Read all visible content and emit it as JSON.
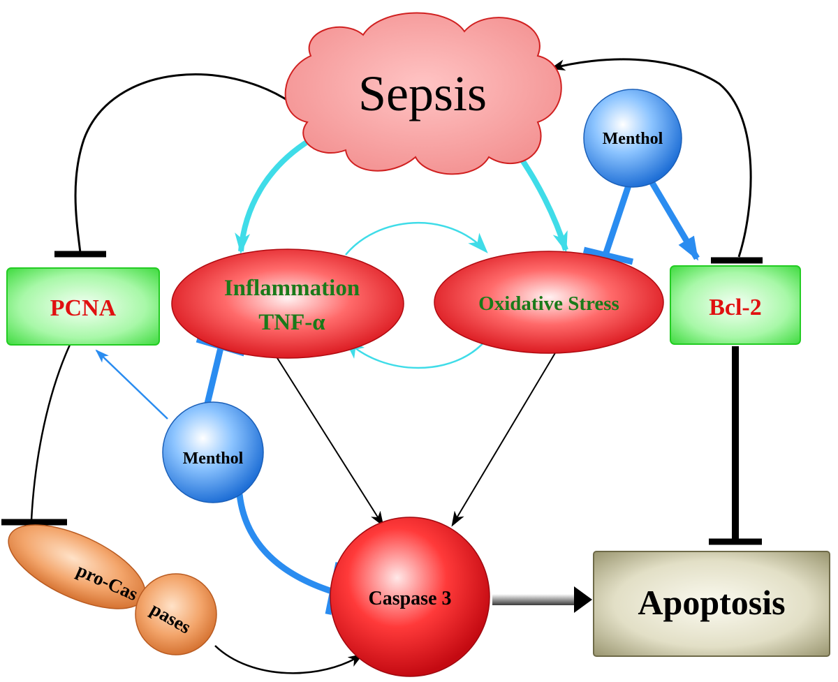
{
  "nodes": {
    "sepsis": "Sepsis",
    "pcna": "PCNA",
    "inflammation_line1": "Inflammation",
    "inflammation_line2": "TNF-α",
    "oxidative_stress": "Oxidative Stress",
    "bcl2": "Bcl-2",
    "menthol_top": "Menthol",
    "menthol_left": "Menthol",
    "pro_caspases_part1": "pro-Cas",
    "pro_caspases_part2": "pases",
    "caspase3": "Caspase 3",
    "apoptosis": "Apoptosis"
  },
  "colors": {
    "sepsis_fill": "#f4a0a0",
    "node_red": "#e8111b",
    "menthol_blue": "#2a86e8",
    "green_box": "#3ee83e",
    "green_text": "#1a7a1a",
    "red_text": "#e01010",
    "olive_box": "#b8b48e",
    "orange": "#e07a36",
    "cyan_arrow": "#3fdce8",
    "blue_inhibit": "#2a8cf0"
  }
}
